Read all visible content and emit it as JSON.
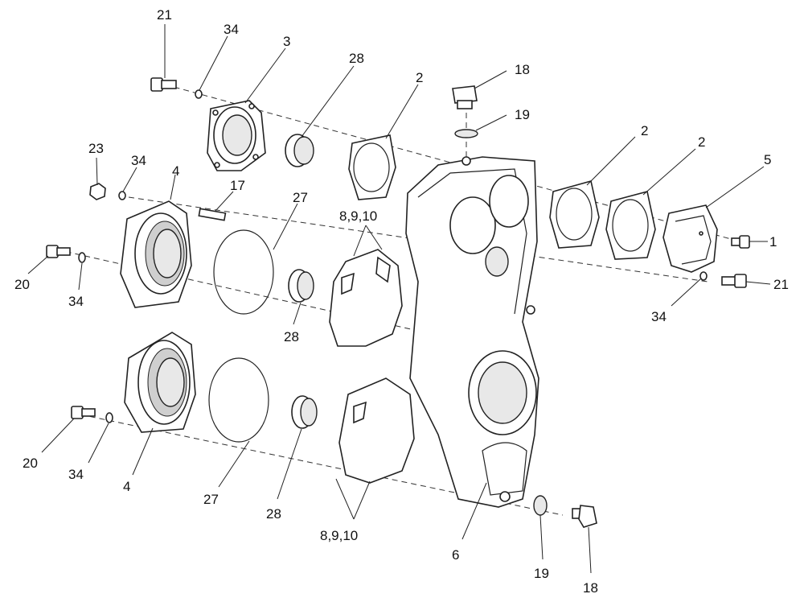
{
  "labels": {
    "l21_top": "21",
    "l34_top": "34",
    "l3": "3",
    "l28_top": "28",
    "l2_left": "2",
    "l18_top": "18",
    "l19_top": "19",
    "l2_mid": "2",
    "l2_right": "2",
    "l5": "5",
    "l1": "1",
    "l21_right": "21",
    "l34_right": "34",
    "l23": "23",
    "l34_mid": "34",
    "l4_top": "4",
    "l17": "17",
    "l27_top": "27",
    "l8910_top": "8,9,10",
    "l20_top": "20",
    "l34_left": "34",
    "l28_mid": "28",
    "l20_bottom": "20",
    "l34_bottom": "34",
    "l4_bottom": "4",
    "l27_bottom": "27",
    "l28_bottom": "28",
    "l8910_bottom": "8,9,10",
    "l6": "6",
    "l19_bottom": "19",
    "l18_bottom": "18"
  }
}
